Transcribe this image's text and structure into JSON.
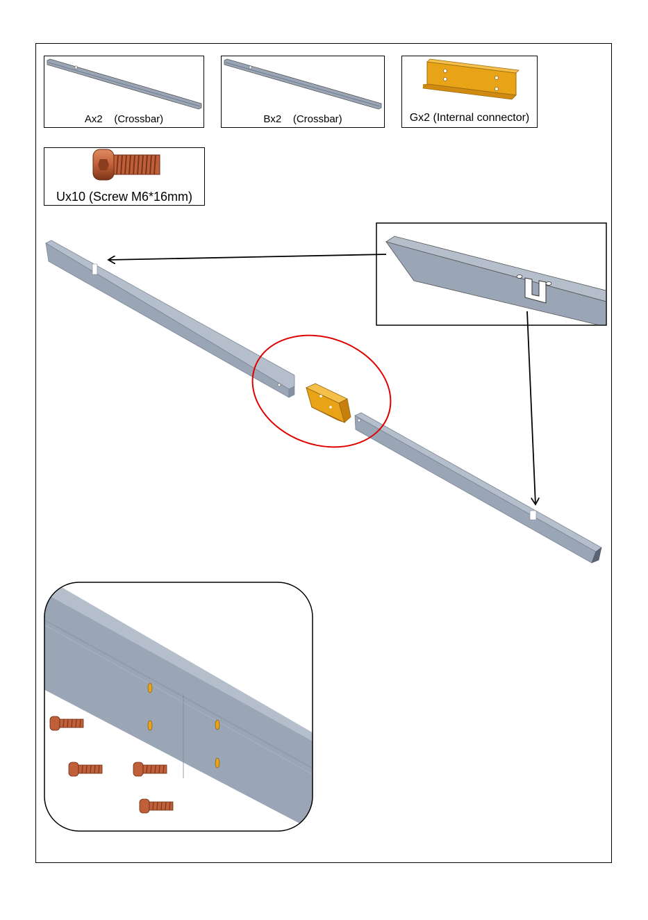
{
  "parts": {
    "a": {
      "label": "Ax2    (Crossbar)"
    },
    "b": {
      "label": "Bx2    (Crossbar)"
    },
    "g": {
      "label": "Gx2 (Internal connector)"
    },
    "u": {
      "label": "Ux10 (Screw M6*16mm)"
    }
  },
  "colors": {
    "steel": "#9aa5b5",
    "steel_dark": "#6f7a8a",
    "connector": "#e8a317",
    "screw": "#c0603a",
    "highlight": "#e00000",
    "outline": "#000000"
  },
  "icons": [
    "crossbar-a-icon",
    "crossbar-b-icon",
    "connector-icon",
    "screw-icon"
  ]
}
